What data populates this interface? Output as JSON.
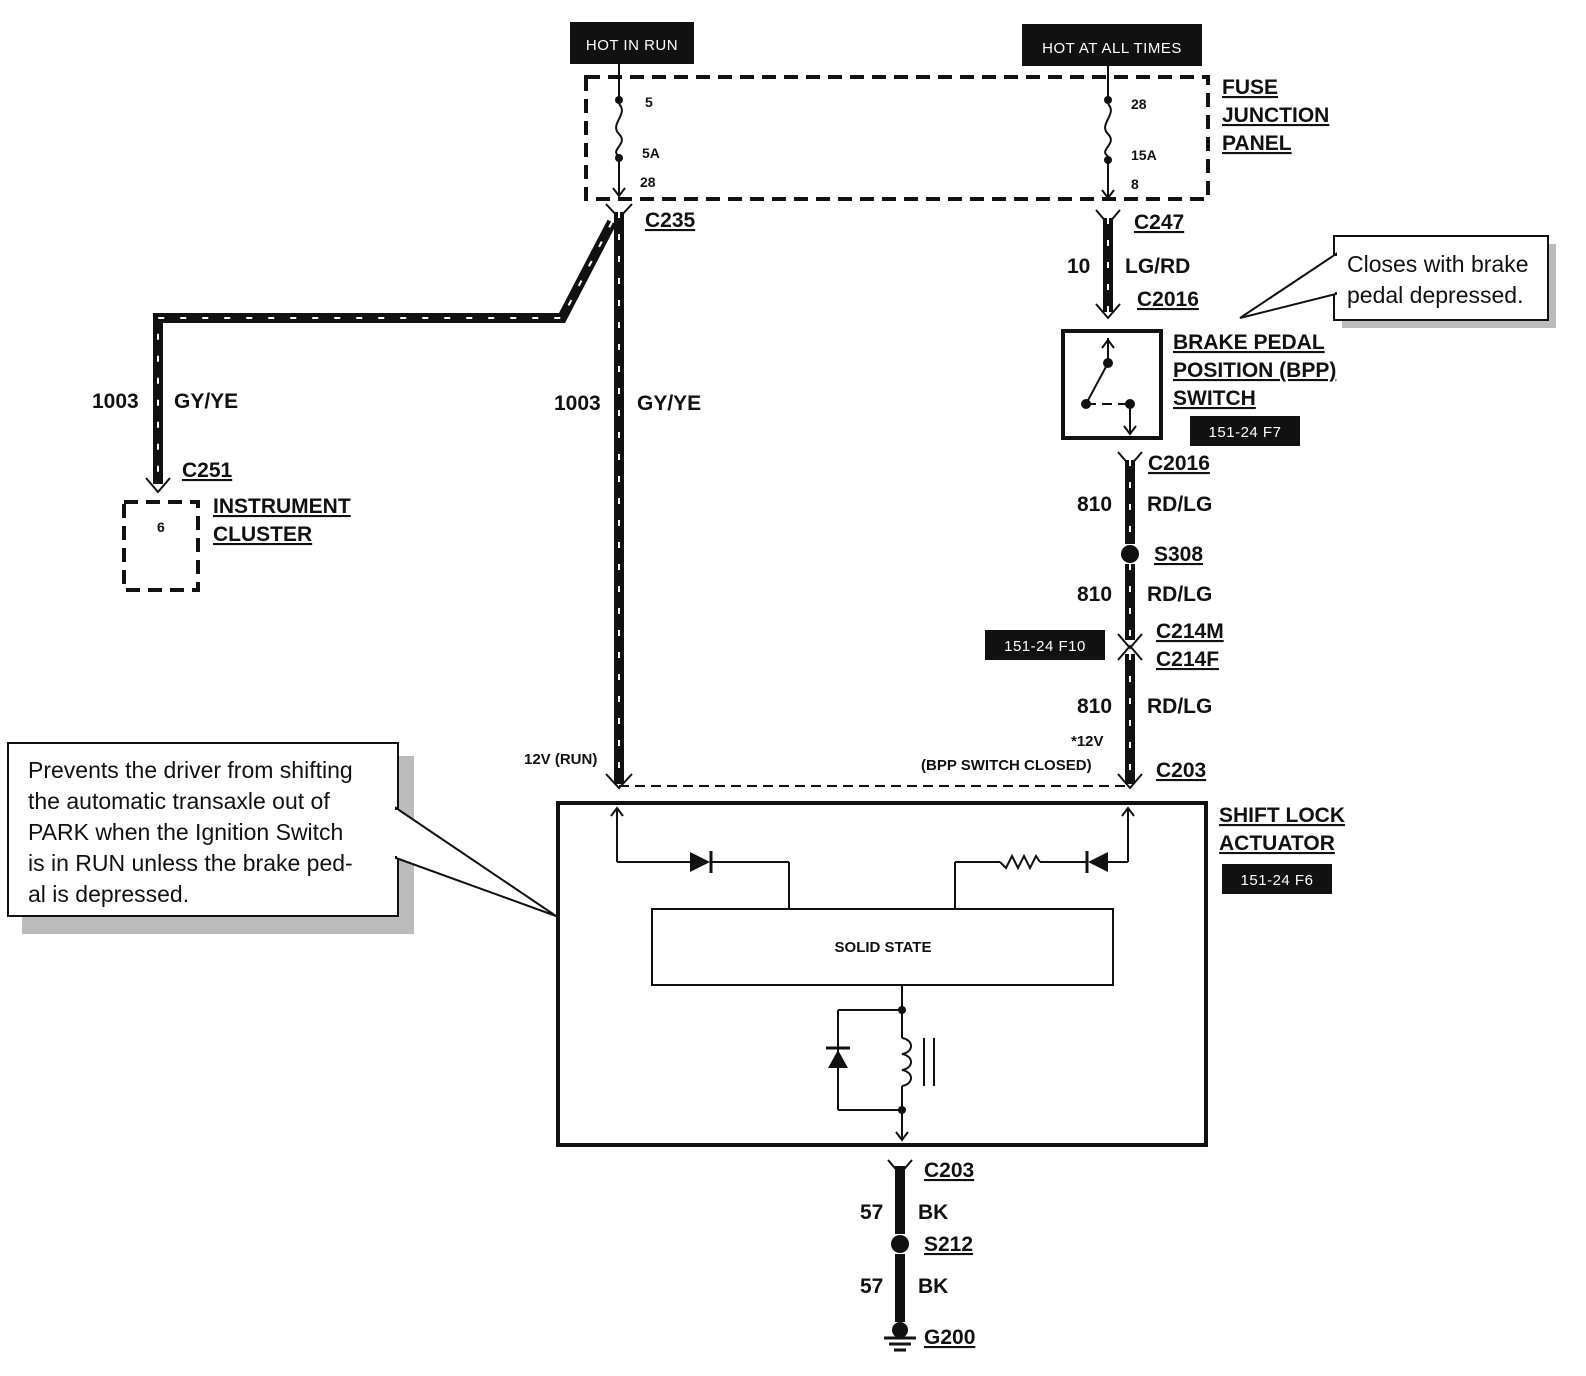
{
  "power_labels": {
    "hot_in_run": "HOT IN RUN",
    "hot_at_all_times": "HOT AT ALL TIMES"
  },
  "fuse_panel": {
    "title_line1": "FUSE",
    "title_line2": "JUNCTION",
    "title_line3": "PANEL",
    "left_fuse": {
      "in_pin": "5",
      "rating": "5A",
      "out_pin": "28"
    },
    "right_fuse": {
      "in_pin": "28",
      "rating": "15A",
      "out_pin": "8"
    }
  },
  "connectors": {
    "c235": "C235",
    "c247": "C247",
    "c2016_top": "C2016",
    "c2016_bottom": "C2016",
    "c251": "C251",
    "s308": "S308",
    "c214m": "C214M",
    "c214f": "C214F",
    "c203_top": "C203",
    "c203_bottom": "C203",
    "s212": "S212",
    "g200": "G200"
  },
  "wires": {
    "left_branch": {
      "circuit": "1003",
      "color": "GY/YE"
    },
    "main_run": {
      "circuit": "1003",
      "color": "GY/YE"
    },
    "fuse_to_bpp": {
      "circuit": "10",
      "color": "LG/RD"
    },
    "bpp_out_1": {
      "circuit": "810",
      "color": "RD/LG"
    },
    "bpp_out_2": {
      "circuit": "810",
      "color": "RD/LG"
    },
    "bpp_out_3": {
      "circuit": "810",
      "color": "RD/LG"
    },
    "ground_1": {
      "circuit": "57",
      "color": "BK"
    },
    "ground_2": {
      "circuit": "57",
      "color": "BK"
    }
  },
  "instrument_cluster": {
    "pin": "6",
    "title_line1": "INSTRUMENT",
    "title_line2": "CLUSTER"
  },
  "bpp_switch": {
    "title_line1": "BRAKE PEDAL",
    "title_line2": "POSITION (BPP)",
    "title_line3": "SWITCH",
    "ref": "151-24 F7"
  },
  "callouts": {
    "bpp_note_line1": "Closes with brake",
    "bpp_note_line2": "pedal depressed.",
    "shift_note_line1": "Prevents the driver from shifting",
    "shift_note_line2": "the automatic transaxle out of",
    "shift_note_line3": "PARK when the Ignition Switch",
    "shift_note_line4": "is in RUN unless the brake ped-",
    "shift_note_line5": "al is depressed."
  },
  "refs": {
    "c214_ref": "151-24 F10",
    "actuator_ref": "151-24 F6"
  },
  "voltages": {
    "run": "12V (RUN)",
    "bpp_line1": "*12V",
    "bpp_line2": "(BPP SWITCH CLOSED)"
  },
  "shift_lock_actuator": {
    "title_line1": "SHIFT LOCK",
    "title_line2": "ACTUATOR",
    "module": "SOLID STATE"
  }
}
